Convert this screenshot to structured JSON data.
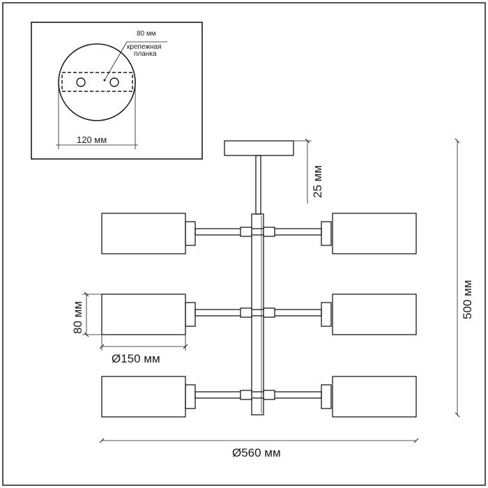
{
  "inset": {
    "plate_width_label": "80 мм",
    "plate_name_label": "крепежная",
    "plate_name_label_2": "планка",
    "canopy_width_label": "120 мм"
  },
  "dimensions": {
    "rod_length_label": "25 мм",
    "total_height_label": "500 мм",
    "shade_height_label": "80 мм",
    "shade_width_label": "Ø150 мм",
    "total_width_label": "Ø560 мм"
  },
  "colors": {
    "line": "#1a1a1a",
    "background": "#ffffff"
  }
}
